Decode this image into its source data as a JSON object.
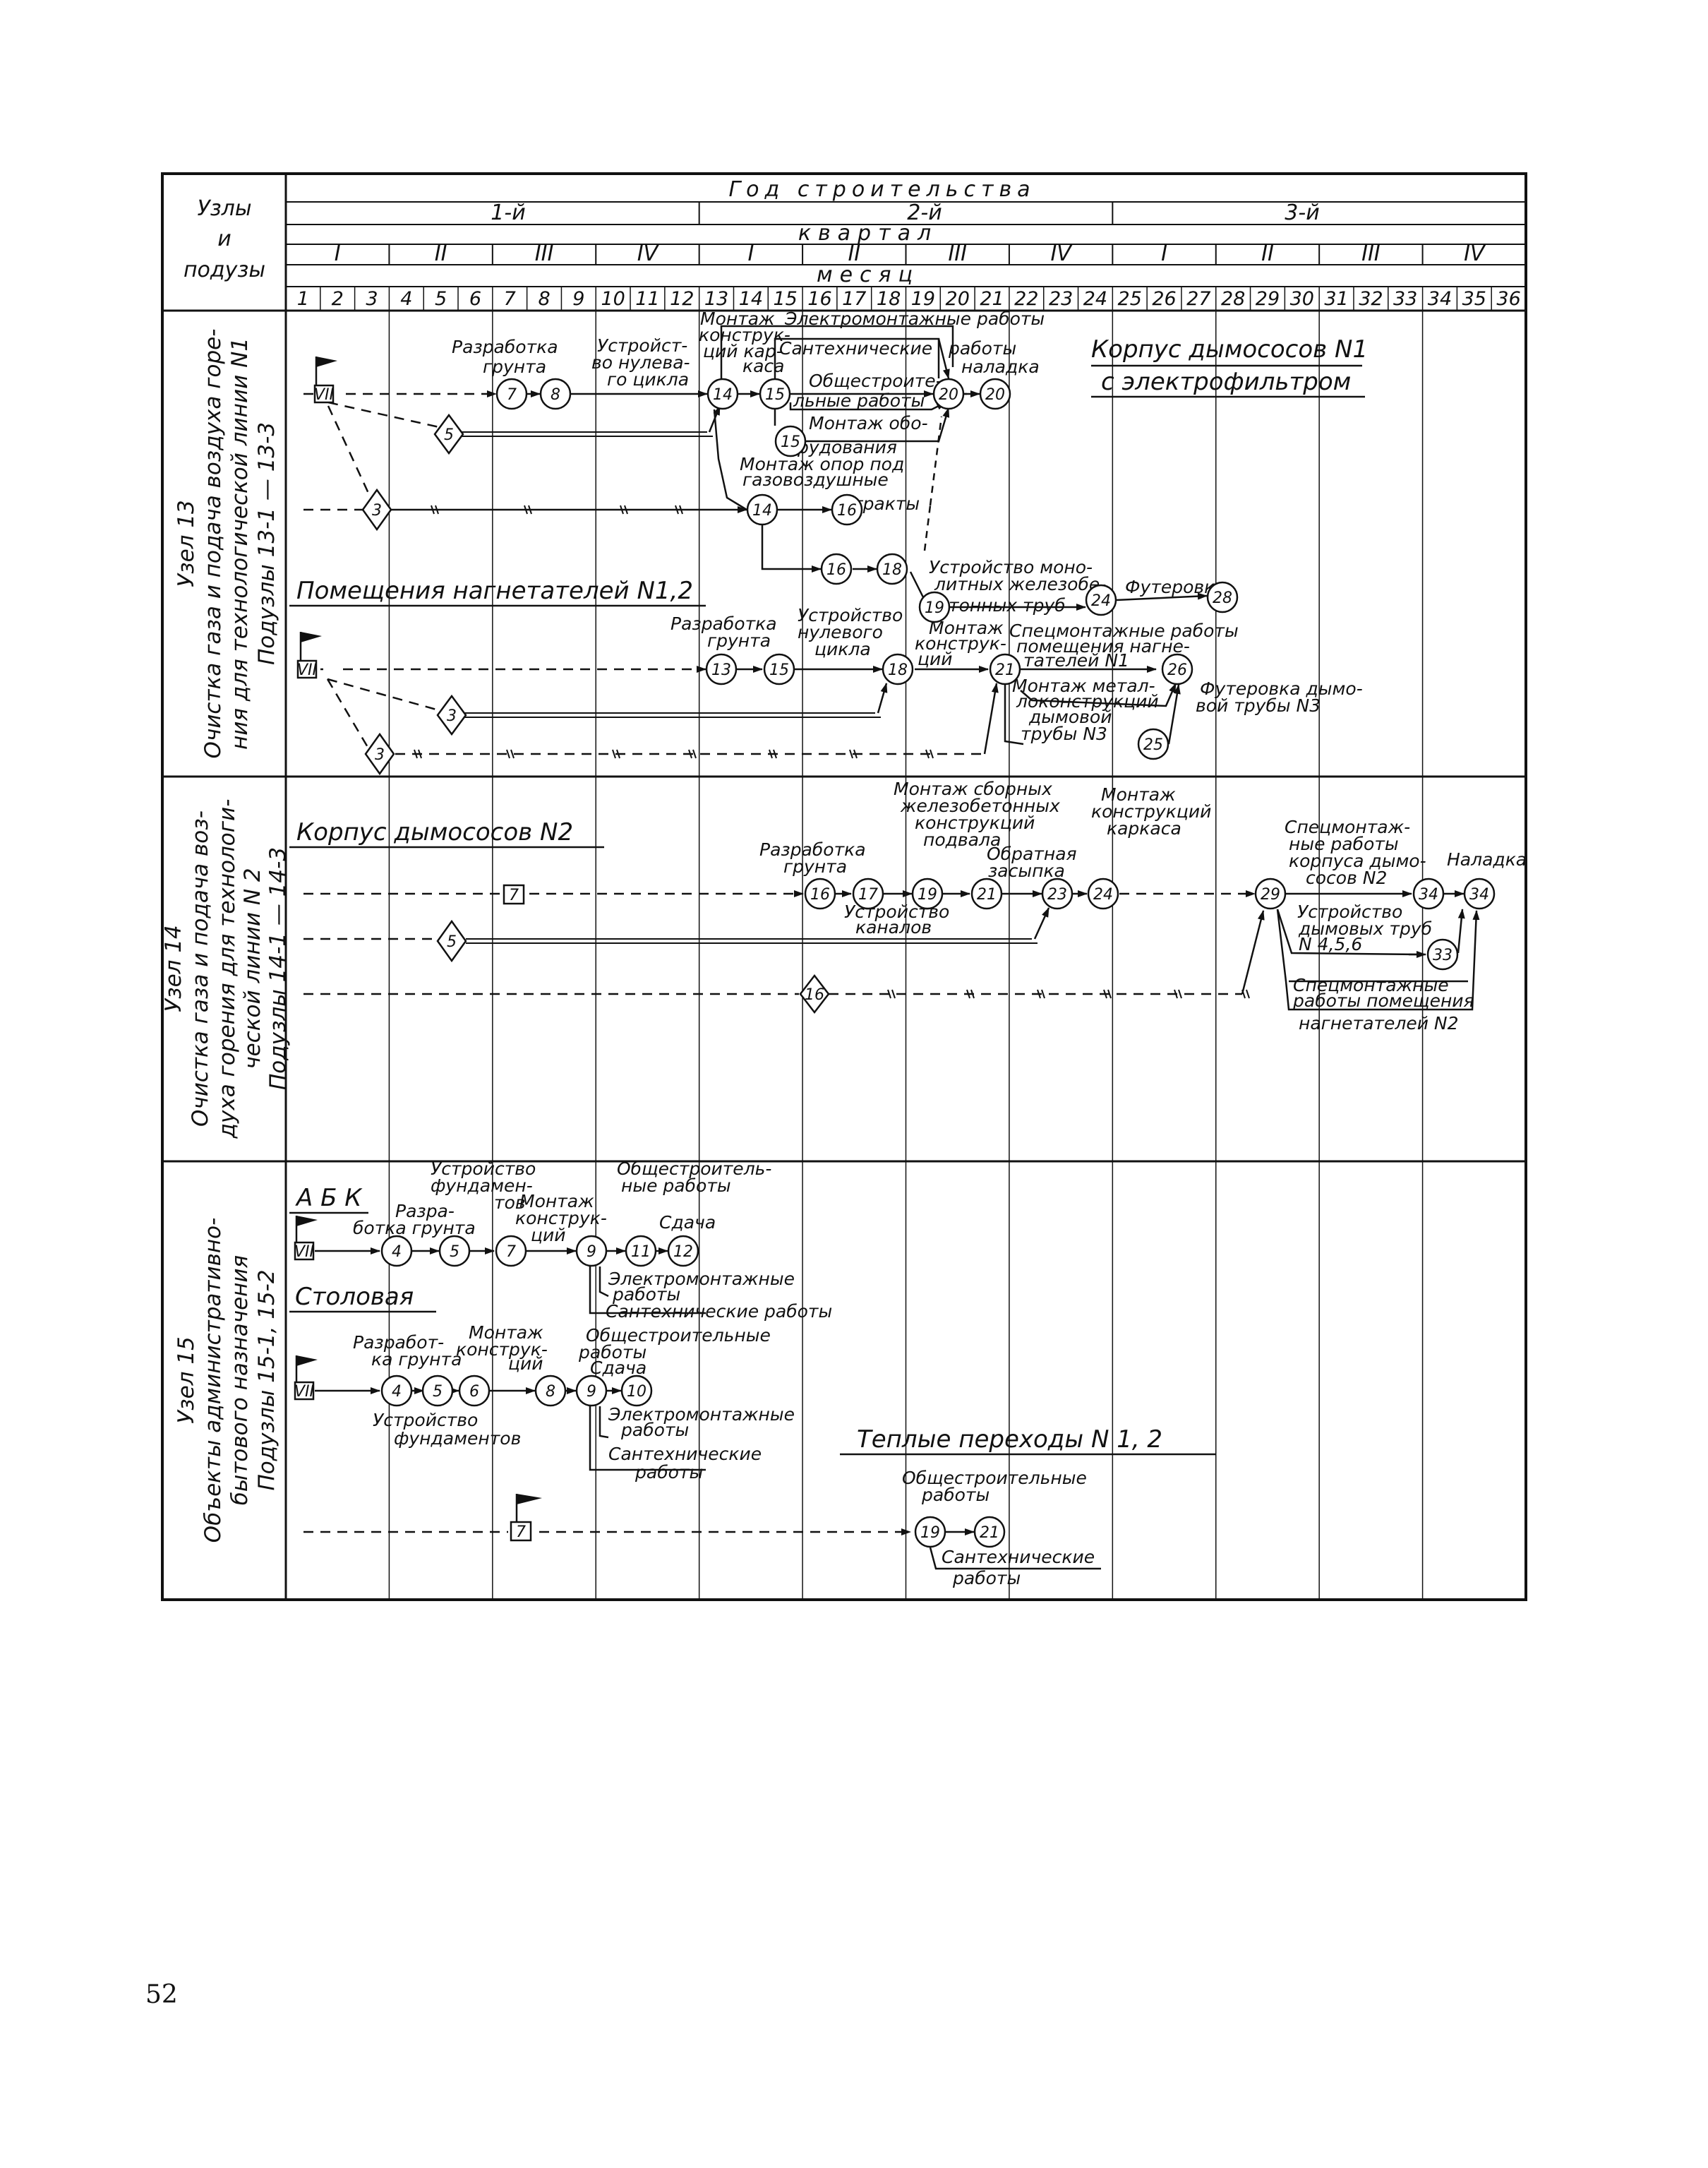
{
  "header": {
    "col_title": [
      "Узлы",
      "и",
      "подузы"
    ],
    "year_title": "Год строительства",
    "years": [
      "1-й",
      "2-й",
      "3-й"
    ],
    "quarter_title": "квартал",
    "quarters": [
      "I",
      "II",
      "III",
      "IV",
      "I",
      "II",
      "III",
      "IV",
      "I",
      "II",
      "III",
      "IV"
    ],
    "month_title": "месяц",
    "months": [
      "1",
      "2",
      "3",
      "4",
      "5",
      "6",
      "7",
      "8",
      "9",
      "10",
      "11",
      "12",
      "13",
      "14",
      "15",
      "16",
      "17",
      "18",
      "19",
      "20",
      "21",
      "22",
      "23",
      "24",
      "25",
      "26",
      "27",
      "28",
      "29",
      "30",
      "31",
      "32",
      "33",
      "34",
      "35",
      "36"
    ]
  },
  "rows": [
    {
      "id": "13",
      "label_lines": [
        "Узел 13",
        "Очистка газа и подача воздуха горе-",
        "ния для технологической линии N1",
        "Подузлы 13-1 — 13-3"
      ]
    },
    {
      "id": "14",
      "label_lines": [
        "Узел 14",
        "Очистка газа и подача воз-",
        "духа горения для технологи-",
        "ческой линии N 2",
        "Подузлы 14-1 — 14-3"
      ]
    },
    {
      "id": "15",
      "label_lines": [
        "Узел 15",
        "Объекты административно-",
        "бытового назначения",
        "Подузлы 15-1, 15-2"
      ]
    }
  ],
  "titles": {
    "korpus1_a": "Корпус дымососов N1",
    "korpus1_b": "с электрофильтром",
    "pomesch": "Помещения нагнетателей N1,2",
    "korpus2": "Корпус дымососов N2",
    "abk": "А Б К",
    "stolovaya": "Столовая",
    "perehody": "Теплые переходы N 1, 2"
  },
  "labels": {
    "r13_razrab": [
      "Разработка",
      "грунта"
    ],
    "r13_nul": [
      "Устройст-",
      "во нулева-",
      "го цикла"
    ],
    "r13_montkar": [
      "Монтаж",
      "конструк-",
      "ций кар-",
      "каса"
    ],
    "r13_elmont": "Электромонтажные работы",
    "r13_santeh": "Сантехнические",
    "r13_raboty": "работы",
    "r13_naladka": "наладка",
    "r13_obsch": [
      "Общестроите-",
      "льные работы"
    ],
    "r13_montob": [
      "Монтаж обо-",
      "рудования"
    ],
    "r13_opor": [
      "Монтаж опор под",
      "газовоздушные",
      "тракты"
    ],
    "r13_mono": [
      "Устройство моно-",
      "литных железобе-",
      "тонных труб"
    ],
    "r13_futer": "Футеровка",
    "r13b_razrab": [
      "Разработка",
      "грунта"
    ],
    "r13b_nul": [
      "Устройство",
      "нулевого",
      "цикла"
    ],
    "r13b_montk": [
      "Монтаж",
      "конструк-",
      "ций"
    ],
    "r13b_specm": [
      "Спецмонтажные работы",
      "помещения нагне-",
      "тателей N1"
    ],
    "r13b_metal": [
      "Монтаж метал-",
      "локонструкций",
      "дымовой",
      "трубы N3"
    ],
    "r13b_futd": [
      "Футеровка дымо-",
      "вой трубы N3"
    ],
    "r14_sbor": [
      "Монтаж сборных",
      "железобетонных",
      "конструкций",
      "подвала"
    ],
    "r14_karkas": [
      "Монтаж",
      "конструкций",
      "каркаса"
    ],
    "r14_razrab": [
      "Разработка",
      "грунта"
    ],
    "r14_obr": [
      "Обратная",
      "засыпка"
    ],
    "r14_kan": [
      "Устройство",
      "каналов"
    ],
    "r14_spec": [
      "Спецмонтаж-",
      "ные работы",
      "корпуса дымо-",
      "сосов N2"
    ],
    "r14_naladka": "Наладка",
    "r14_dym": [
      "Устройство",
      "дымовых труб",
      "N 4,5,6"
    ],
    "r14_specn": [
      "Спецмонтажные",
      "работы помещения",
      "нагнетателей N2"
    ],
    "r15_fund": [
      "Устройство",
      "фундамен-",
      "тов"
    ],
    "r15_razr": [
      "Разра-",
      "ботка грунта"
    ],
    "r15_mont": [
      "Монтаж",
      "конструк-",
      "ций"
    ],
    "r15_obsch": [
      "Общестроитель-",
      "ные работы"
    ],
    "r15_sdacha": "Сдача",
    "r15_el": [
      "Электромонтажные",
      "работы"
    ],
    "r15_santeh": "Сантехнические работы",
    "r15b_razr": [
      "Разработ-",
      "ка грунта"
    ],
    "r15b_mont": [
      "Монтаж",
      "конструк-",
      "ций"
    ],
    "r15b_obsch": [
      "Общестроительные",
      "работы"
    ],
    "r15b_sdacha": "Сдача",
    "r15b_fund": [
      "Устройство",
      "фундаментов"
    ],
    "r15b_el": [
      "Электромонтажные",
      "работы"
    ],
    "r15b_san": [
      "Сантехнические",
      "работы"
    ],
    "r15c_obsch": [
      "Общестроительные",
      "работы"
    ],
    "r15c_san": [
      "Сантехнические",
      "работы"
    ]
  },
  "markers": {
    "sq_r13a": "VII",
    "sq_r13b": "VII",
    "sq_r14": "7",
    "sq_r15a": "VII",
    "sq_r15b": "VII",
    "sq_r15c": "7",
    "di_r13a1": "5",
    "di_r13a2": "3",
    "di_r13b1": "3",
    "di_r13b2": "3",
    "di_r14a": "5",
    "di_r14b": "16"
  },
  "nodes": {
    "n_r13_7": "7",
    "n_r13_8": "8",
    "n_r13_14a": "14",
    "n_r13_15a": "15",
    "n_r13_20a": "20",
    "n_r13_20b": "20",
    "n_r13_15b": "15",
    "n_r13_14b": "14",
    "n_r13_16a": "16",
    "n_r13_16b": "16",
    "n_r13_18": "18",
    "n_r13_19": "19",
    "n_r13_24": "24",
    "n_r13_28": "28",
    "n_r13b_13": "13",
    "n_r13b_15": "15",
    "n_r13b_18": "18",
    "n_r13b_21": "21",
    "n_r13b_26": "26",
    "n_r13b_25": "25",
    "n_r14_16": "16",
    "n_r14_17": "17",
    "n_r14_19": "19",
    "n_r14_21": "21",
    "n_r14_23": "23",
    "n_r14_24": "24",
    "n_r14_29": "29",
    "n_r14_34a": "34",
    "n_r14_34b": "34",
    "n_r14_33": "33",
    "n_r15_4": "4",
    "n_r15_5": "5",
    "n_r15_7": "7",
    "n_r15_9": "9",
    "n_r15_11": "11",
    "n_r15_12": "12",
    "n_r15b_4": "4",
    "n_r15b_5": "5",
    "n_r15b_6": "6",
    "n_r15b_8": "8",
    "n_r15b_9": "9",
    "n_r15b_10": "10",
    "n_r15c_19": "19",
    "n_r15c_21": "21"
  },
  "page_number": "52"
}
